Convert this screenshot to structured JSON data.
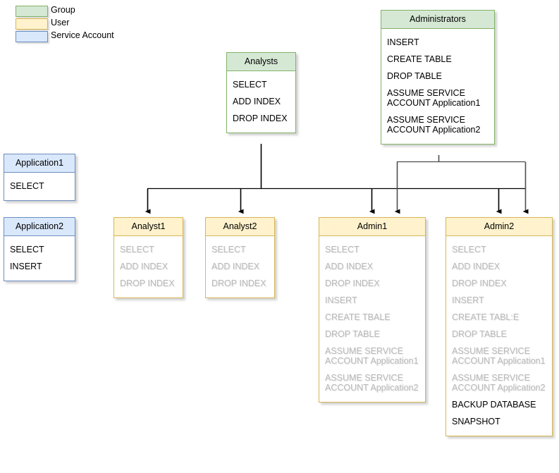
{
  "legend": {
    "items": [
      {
        "label": "Group",
        "swatch": "group-swatch",
        "color": "#d5e8d4",
        "border": "#82b366"
      },
      {
        "label": "User",
        "swatch": "user-swatch",
        "color": "#fff2cc",
        "border": "#d6b656"
      },
      {
        "label": "Service Account",
        "swatch": "service-swatch",
        "color": "#dae8fc",
        "border": "#6c8ebf"
      }
    ]
  },
  "nodes": {
    "analysts": {
      "title": "Analysts",
      "type": "group",
      "permissions": [
        {
          "label": "SELECT",
          "source": "direct"
        },
        {
          "label": "ADD INDEX",
          "source": "direct"
        },
        {
          "label": "DROP INDEX",
          "source": "direct"
        }
      ]
    },
    "administrators": {
      "title": "Administrators",
      "type": "group",
      "permissions": [
        {
          "label": "INSERT",
          "source": "direct"
        },
        {
          "label": "CREATE TABLE",
          "source": "direct"
        },
        {
          "label": "DROP TABLE",
          "source": "direct"
        },
        {
          "label": "ASSUME SERVICE\nACCOUNT Application1",
          "source": "direct"
        },
        {
          "label": "ASSUME SERVICE\nACCOUNT Application2",
          "source": "direct"
        }
      ]
    },
    "application1": {
      "title": "Application1",
      "type": "service",
      "permissions": [
        {
          "label": "SELECT",
          "source": "direct"
        }
      ]
    },
    "application2": {
      "title": "Application2",
      "type": "service",
      "permissions": [
        {
          "label": "SELECT",
          "source": "direct"
        },
        {
          "label": "INSERT",
          "source": "direct"
        }
      ]
    },
    "analyst1": {
      "title": "Analyst1",
      "type": "user",
      "permissions": [
        {
          "label": "SELECT",
          "source": "inherited"
        },
        {
          "label": "ADD INDEX",
          "source": "inherited"
        },
        {
          "label": "DROP INDEX",
          "source": "inherited"
        }
      ]
    },
    "analyst2": {
      "title": "Analyst2",
      "type": "user",
      "permissions": [
        {
          "label": "SELECT",
          "source": "inherited"
        },
        {
          "label": "ADD INDEX",
          "source": "inherited"
        },
        {
          "label": "DROP INDEX",
          "source": "inherited"
        }
      ]
    },
    "admin1": {
      "title": "Admin1",
      "type": "user",
      "permissions": [
        {
          "label": "SELECT",
          "source": "inherited"
        },
        {
          "label": "ADD INDEX",
          "source": "inherited"
        },
        {
          "label": "DROP INDEX",
          "source": "inherited"
        },
        {
          "label": "INSERT",
          "source": "inherited"
        },
        {
          "label": "CREATE TBALE",
          "source": "inherited"
        },
        {
          "label": "DROP TABLE",
          "source": "inherited"
        },
        {
          "label": "ASSUME SERVICE\nACCOUNT Application1",
          "source": "inherited"
        },
        {
          "label": "ASSUME SERVICE\nACCOUNT Application2",
          "source": "inherited"
        }
      ]
    },
    "admin2": {
      "title": "Admin2",
      "type": "user",
      "permissions": [
        {
          "label": "SELECT",
          "source": "inherited"
        },
        {
          "label": "ADD INDEX",
          "source": "inherited"
        },
        {
          "label": "DROP INDEX",
          "source": "inherited"
        },
        {
          "label": "INSERT",
          "source": "inherited"
        },
        {
          "label": "CREATE TABL:E",
          "source": "inherited"
        },
        {
          "label": "DROP TABLE",
          "source": "inherited"
        },
        {
          "label": "ASSUME SERVICE\nACCOUNT Application1",
          "source": "inherited"
        },
        {
          "label": "ASSUME SERVICE\nACCOUNT Application2",
          "source": "inherited"
        },
        {
          "label": "BACKUP DATABASE",
          "source": "direct"
        },
        {
          "label": "SNAPSHOT",
          "source": "direct"
        }
      ]
    }
  },
  "edges": [
    {
      "from": "analysts",
      "to": "analyst1"
    },
    {
      "from": "analysts",
      "to": "analyst2"
    },
    {
      "from": "analysts",
      "to": "admin1"
    },
    {
      "from": "analysts",
      "to": "admin2"
    },
    {
      "from": "administrators",
      "to": "admin1"
    },
    {
      "from": "administrators",
      "to": "admin2"
    }
  ]
}
